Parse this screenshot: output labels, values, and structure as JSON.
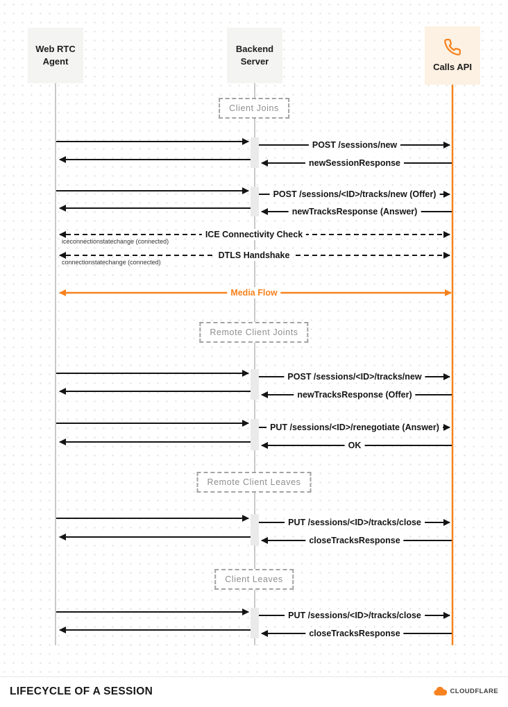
{
  "actors": {
    "webrtc": "Web RTC Agent",
    "backend": "Backend Server",
    "calls": "Calls API"
  },
  "sections": [
    "Client Joins",
    "Remote Client Joints",
    "Remote Client Leaves",
    "Client Leaves"
  ],
  "messages": [
    "POST /sessions/new",
    "newSessionResponse",
    "POST /sessions/<ID>/tracks/new (Offer)",
    "newTracksResponse (Answer)",
    "POST /sessions/<ID>/tracks/new",
    "newTracksResponse (Offer)",
    "PUT /sessions/<ID>/renegotiate (Answer)",
    "OK",
    "PUT /sessions/<ID>/tracks/close",
    "closeTracksResponse",
    "PUT /sessions/<ID>/tracks/close",
    "closeTracksResponse"
  ],
  "spans": {
    "ice": "ICE Connectivity Check",
    "dtls": "DTLS Handshake",
    "media": "Media Flow"
  },
  "notes": [
    "iceconnectionstatechange (connected)",
    "connectionstatechange (connected)"
  ],
  "footer": {
    "title": "LIFECYCLE OF A SESSION",
    "brand": "CLOUDFLARE"
  },
  "icons": {
    "calls_api": "phone-icon",
    "brand": "cloudflare-cloud-icon"
  },
  "colors": {
    "accent_orange": "#f6821f",
    "lifeline_gray": "#c8c8c8",
    "arrow_black": "#141414"
  }
}
